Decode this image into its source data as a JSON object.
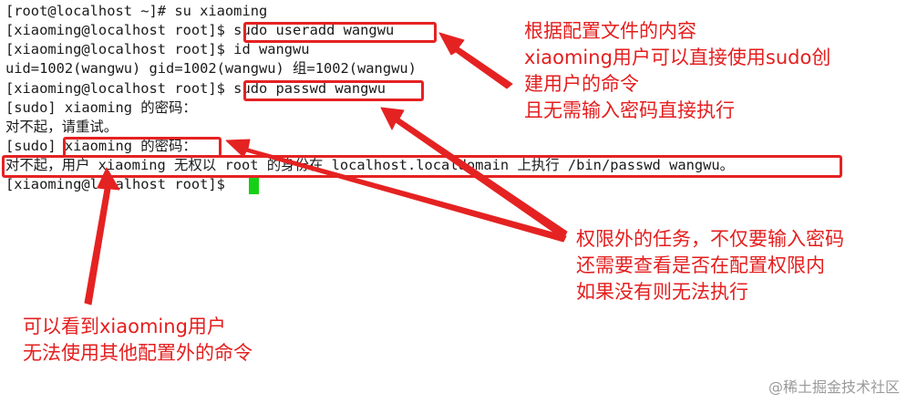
{
  "terminal": {
    "lines": [
      "[root@localhost ~]# su xiaoming",
      "[xiaoming@localhost root]$ sudo useradd wangwu",
      "[xiaoming@localhost root]$ id wangwu",
      "uid=1002(wangwu) gid=1002(wangwu) 组=1002(wangwu)",
      "[xiaoming@localhost root]$ sudo passwd wangwu",
      "[sudo] xiaoming 的密码：",
      "对不起，请重试。",
      "[sudo] xiaoming 的密码：",
      "对不起，用户 xiaoming 无权以 root 的身份在 localhost.localdomain 上执行 /bin/passwd wangwu。",
      "[xiaoming@localhost root]$ "
    ],
    "cursor_color": "#16d016"
  },
  "annotations": {
    "note_top_right": "根据配置文件的内容\nxiaoming用户可以直接使用sudo创\n建用户的命令\n且无需输入密码直接执行",
    "note_middle_right": "权限外的任务，不仅要输入密码\n还需要查看是否在配置权限内\n如果没有则无法执行",
    "note_bottom_left": "可以看到xiaoming用户\n无法使用其他配置外的命令",
    "color": "#e41e1e"
  },
  "watermark": "@稀土掘金技术社区"
}
